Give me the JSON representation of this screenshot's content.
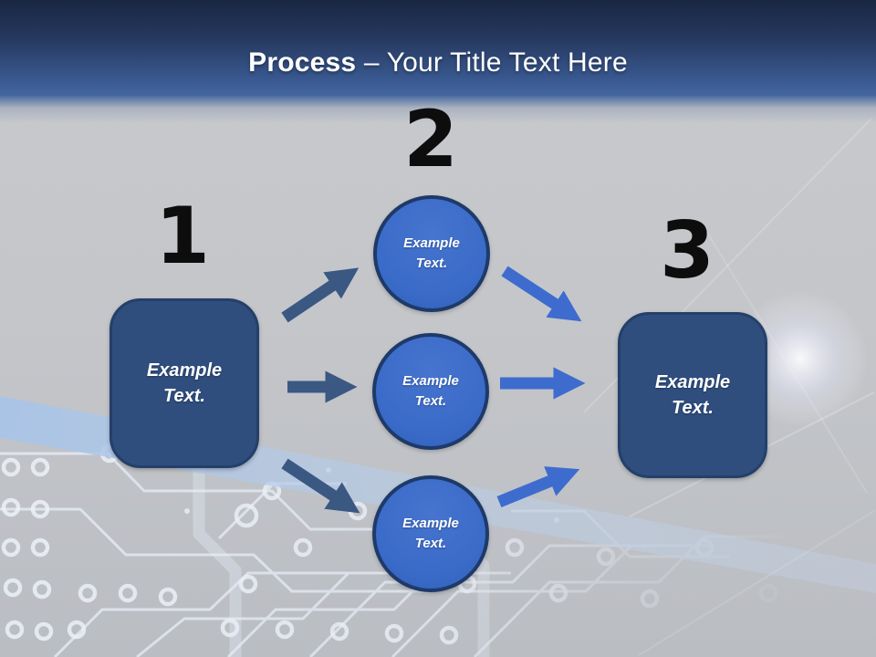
{
  "header": {
    "title_bold": "Process",
    "title_rest": " – Your Title Text Here"
  },
  "diagram": {
    "step1": {
      "number": "1",
      "label": "Example Text."
    },
    "step2": {
      "number": "2",
      "circles": [
        {
          "label": "Example Text."
        },
        {
          "label": "Example Text."
        },
        {
          "label": "Example Text."
        }
      ]
    },
    "step3": {
      "number": "3",
      "label": "Example Text."
    }
  },
  "colors": {
    "header_top": "#192743",
    "header_bottom": "#44669f",
    "number_color": "#0d0d0d",
    "node_rect_fill": "#2f4e7e",
    "node_rect_border": "#24406a",
    "node_circle_fill": "#3a6bc8",
    "node_circle_border": "#1e3a69",
    "arrow_dark": "#3b5883",
    "arrow_bright": "#3e6cce",
    "band_blue": "#a9c4e7",
    "background_gray": "#c6c8cc"
  }
}
